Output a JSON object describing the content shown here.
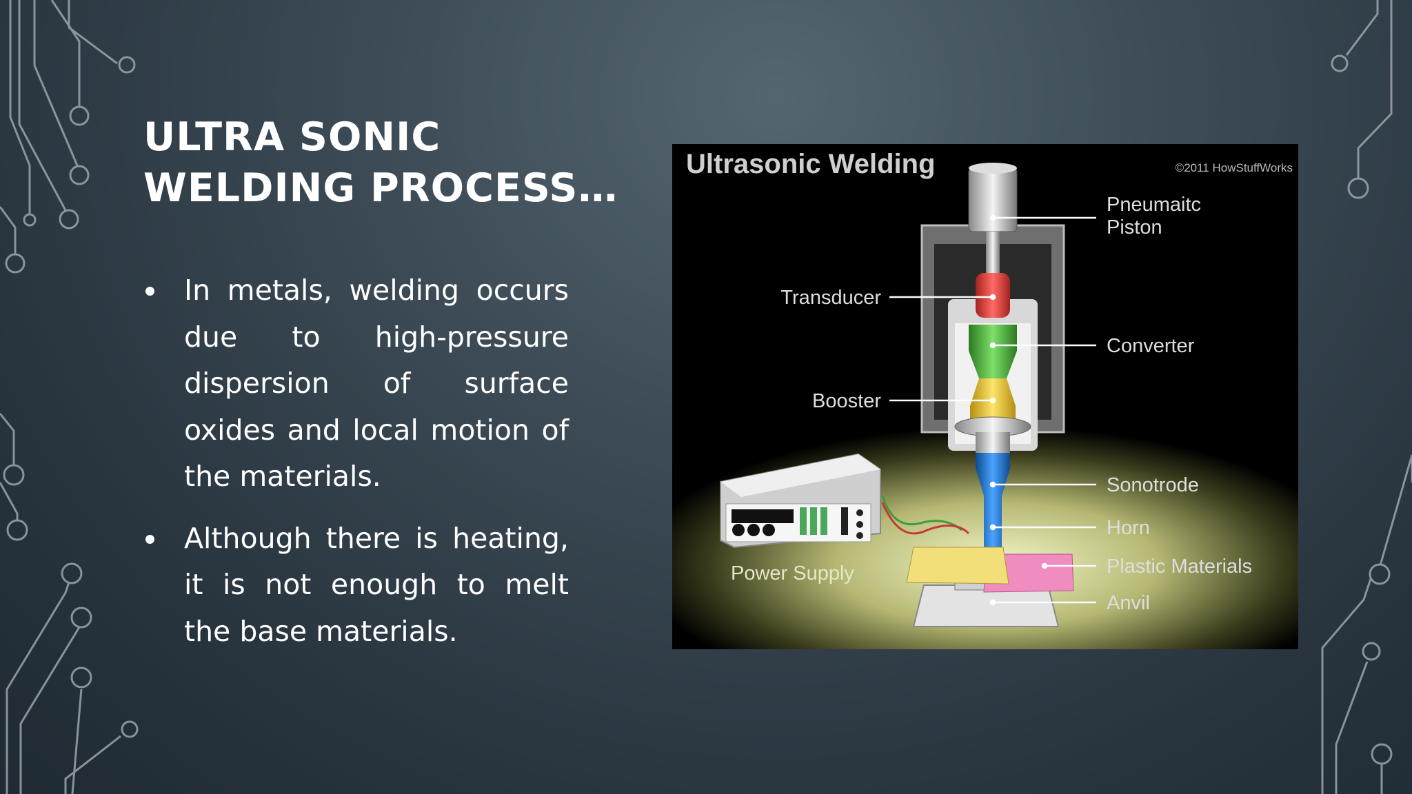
{
  "slide": {
    "title": "ULTRA SONIC WELDING PROCESS…",
    "bullets": [
      "In metals, welding occurs due to high-pressure dispersion of surface oxides and local motion of the materials.",
      "Although there is heating, it is not enough to melt the base materials."
    ]
  },
  "diagram": {
    "heading": "Ultrasonic Welding",
    "copyright": "©2011 HowStuffWorks",
    "labels": {
      "piston_line1": "Pneumaitc",
      "piston_line2": "Piston",
      "transducer": "Transducer",
      "converter": "Converter",
      "booster": "Booster",
      "sonotrode": "Sonotrode",
      "horn": "Horn",
      "plastic_materials": "Plastic Materials",
      "anvil": "Anvil",
      "power_supply": "Power Supply"
    }
  },
  "colors": {
    "background": "#3d4c57",
    "transducer": "#e0403f",
    "converter": "#4caf3a",
    "booster": "#e8c229",
    "horn": "#1f74c8",
    "plastic_yellow": "#f2df7a",
    "plastic_pink": "#f08cc0"
  }
}
